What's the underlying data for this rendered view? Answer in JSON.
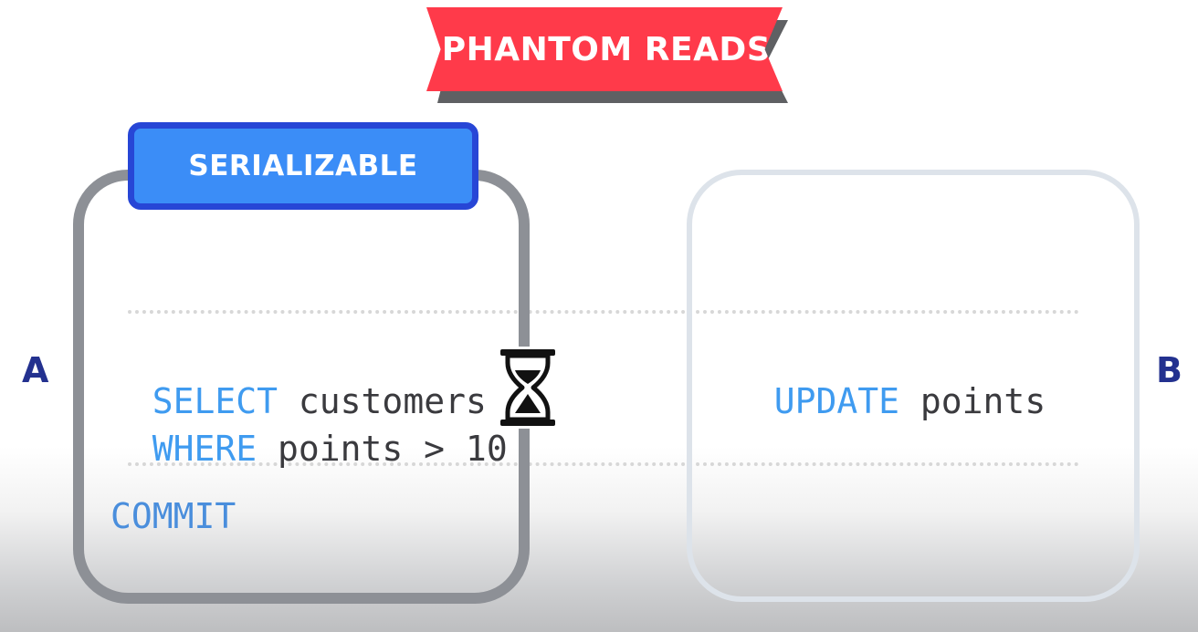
{
  "title": "PHANTOM READS",
  "isolation_level": "SERIALIZABLE",
  "transaction_a": {
    "label": "A",
    "line1": {
      "keyword": "SELECT",
      "rest": " customers"
    },
    "line2": {
      "keyword": "WHERE",
      "rest": " points > 10"
    },
    "commit": "COMMIT"
  },
  "transaction_b": {
    "label": "B",
    "line1": {
      "keyword": "UPDATE",
      "rest": " points"
    }
  },
  "icons": {
    "waiting": "hourglass-icon"
  },
  "colors": {
    "banner": "#ff3a4a",
    "badge": "#3b8df7",
    "badge_border": "#2746d6",
    "keyword": "#3f9bf0",
    "label": "#23318f"
  }
}
